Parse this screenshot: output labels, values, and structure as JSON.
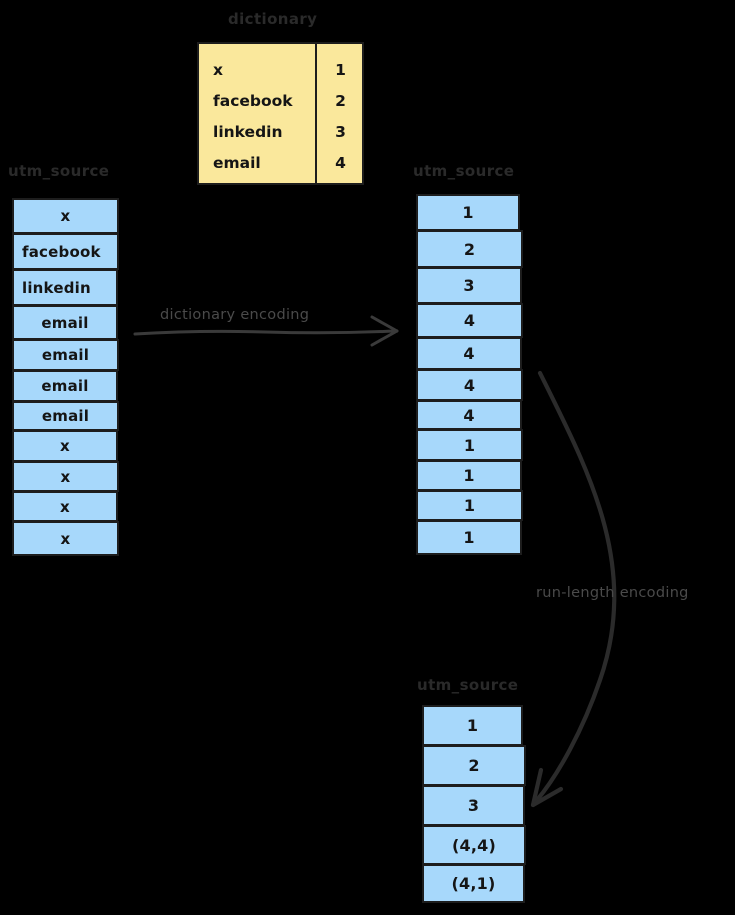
{
  "diagram": {
    "title_dictionary": "dictionary",
    "dictionary": {
      "rows": [
        {
          "key": "x",
          "value": "1"
        },
        {
          "key": "facebook",
          "value": "2"
        },
        {
          "key": "linkedin",
          "value": "3"
        },
        {
          "key": "email",
          "value": "4"
        }
      ],
      "fill_color": "#fae89c",
      "stroke_color": "#1d1d1d"
    },
    "columns": [
      {
        "id": "source-column",
        "label": "utm_source",
        "cells": [
          "x",
          "facebook",
          "linkedin",
          "email",
          "email",
          "email",
          "email",
          "x",
          "x",
          "x",
          "x"
        ],
        "fill_color": "#a7d8fb"
      },
      {
        "id": "dictionary-encoded-column",
        "label": "utm_source",
        "cells": [
          "1",
          "2",
          "3",
          "4",
          "4",
          "4",
          "4",
          "1",
          "1",
          "1",
          "1"
        ],
        "fill_color": "#a7d8fb"
      },
      {
        "id": "run-length-encoded-column",
        "label": "utm_source",
        "cells": [
          "1",
          "2",
          "3",
          "(4,4)",
          "(4,1)"
        ],
        "fill_color": "#a7d8fb"
      }
    ],
    "arrows": [
      {
        "id": "dictionary-encoding-arrow",
        "label": "dictionary encoding",
        "color": "#3a3a3a"
      },
      {
        "id": "run-length-encoding-arrow",
        "label": "run-length encoding",
        "color": "#2b2b2b"
      }
    ],
    "background_color": "#000000"
  }
}
